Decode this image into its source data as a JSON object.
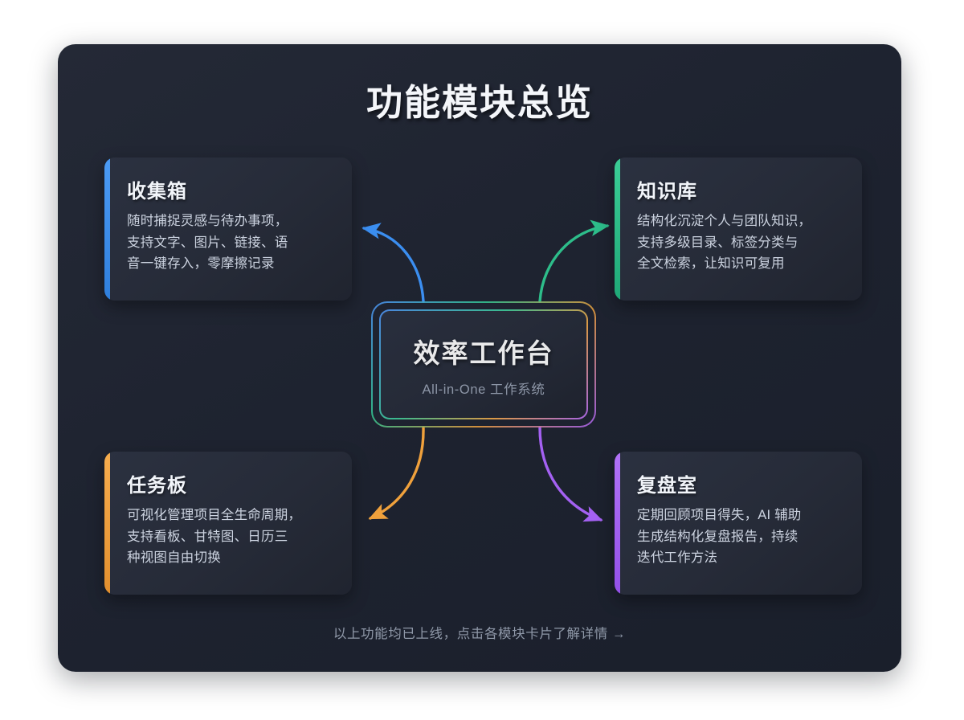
{
  "page": {
    "title": "功能模块总览",
    "footer_note": "以上功能均已上线，点击各模块卡片了解详情 →",
    "panel_bg": "#1e2330",
    "canvas_bg": "#ffffff"
  },
  "hub": {
    "title": "效率工作台",
    "subtitle": "All-in-One 工作系统",
    "border_gradient": [
      "#4c8ef0",
      "#35c08f",
      "#e39a3e",
      "#a561f0"
    ]
  },
  "cards": [
    {
      "id": "inbox",
      "title": "收集箱",
      "desc": "随时捕捉灵感与待办事项，\n支持文字、图片、链接、语\n音一键存入，零摩擦记录",
      "accent": "#3b8ef0",
      "position": "top-left"
    },
    {
      "id": "knowledge-base",
      "title": "知识库",
      "desc": "结构化沉淀个人与团队知识，\n支持多级目录、标签分类与\n全文检索，让知识可复用",
      "accent": "#2dbd8a",
      "position": "top-right"
    },
    {
      "id": "task-board",
      "title": "任务板",
      "desc": "可视化管理项目全生命周期，\n支持看板、甘特图、日历三\n种视图自由切换",
      "accent": "#f0a13c",
      "position": "bottom-left"
    },
    {
      "id": "retrospective",
      "title": "复盘室",
      "desc": "定期回顾项目得失，AI 辅助\n生成结构化复盘报告，持续\n迭代工作方法",
      "accent": "#a461f2",
      "position": "bottom-right"
    }
  ],
  "connectors": [
    {
      "id": "hub-to-inbox",
      "color": "#3b8ef0",
      "direction": "up-left",
      "arrow": "arrow-head-icon"
    },
    {
      "id": "hub-to-knowledge",
      "color": "#2dbd8a",
      "direction": "up-right",
      "arrow": "arrow-head-icon"
    },
    {
      "id": "hub-to-taskboard",
      "color": "#f0a13c",
      "direction": "down-left",
      "arrow": "arrow-head-icon"
    },
    {
      "id": "hub-to-retrospective",
      "color": "#a461f2",
      "direction": "down-right",
      "arrow": "arrow-head-icon"
    }
  ]
}
